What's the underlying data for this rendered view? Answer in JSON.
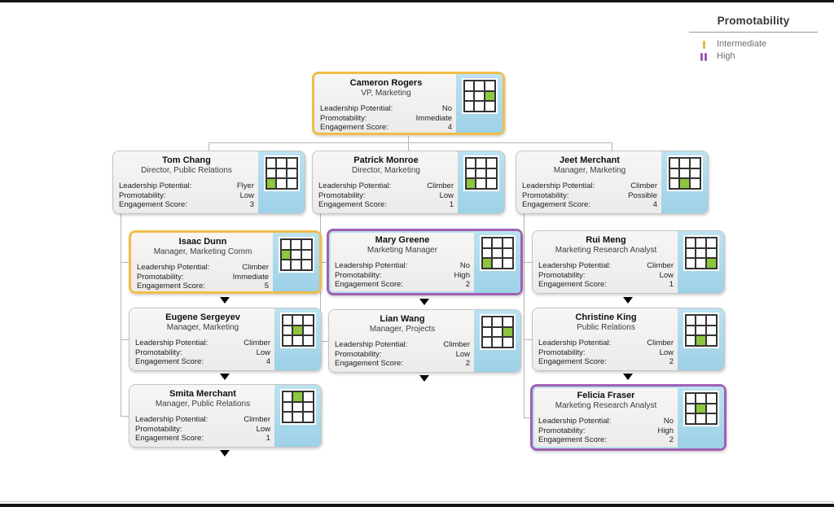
{
  "legend": {
    "title": "Promotability",
    "items": [
      {
        "label": "Intermediate",
        "level": "intermediate",
        "color": "#E9B53C"
      },
      {
        "label": "High",
        "level": "high",
        "color": "#9B59B6"
      }
    ]
  },
  "labels": {
    "leadership": "Leadership Potential:",
    "promotability": "Promotability:",
    "engagement": "Engagement Score:"
  },
  "colors": {
    "intermediate_border": "#F0BD4B",
    "high_border": "#A160B2",
    "nine_box_highlight": "#8DC63F",
    "panel_blue": "#A5D6EA",
    "connector": "#B5B5B5"
  },
  "cards": [
    {
      "name": "Cameron Rogers",
      "title": "VP, Marketing",
      "leadership_potential": "No",
      "promotability": "Immediate",
      "engagement_score": "4",
      "highlight": "intermediate",
      "grid_cell": {
        "row": 1,
        "col": 2
      }
    },
    {
      "name": "Tom Chang",
      "title": "Director, Public Relations",
      "leadership_potential": "Flyer",
      "promotability": "Low",
      "engagement_score": "3",
      "highlight": "none",
      "grid_cell": {
        "row": 2,
        "col": 0
      }
    },
    {
      "name": "Patrick Monroe",
      "title": "Director, Marketing",
      "leadership_potential": "Climber",
      "promotability": "Low",
      "engagement_score": "1",
      "highlight": "none",
      "grid_cell": {
        "row": 2,
        "col": 0
      }
    },
    {
      "name": "Jeet Merchant",
      "title": "Manager, Marketing",
      "leadership_potential": "Climber",
      "promotability": "Possible",
      "engagement_score": "4",
      "highlight": "none",
      "grid_cell": {
        "row": 2,
        "col": 1
      }
    },
    {
      "name": "Isaac Dunn",
      "title": "Manager, Marketing Comm",
      "leadership_potential": "Climber",
      "promotability": "Immediate",
      "engagement_score": "5",
      "highlight": "intermediate",
      "grid_cell": {
        "row": 1,
        "col": 0
      }
    },
    {
      "name": "Mary Greene",
      "title": "Marketing Manager",
      "leadership_potential": "No",
      "promotability": "High",
      "engagement_score": "2",
      "highlight": "high",
      "grid_cell": {
        "row": 2,
        "col": 0
      }
    },
    {
      "name": "Rui Meng",
      "title": "Marketing Research Analyst",
      "leadership_potential": "Climber",
      "promotability": "Low",
      "engagement_score": "1",
      "highlight": "none",
      "grid_cell": {
        "row": 2,
        "col": 2
      }
    },
    {
      "name": "Eugene Sergeyev",
      "title": "Manager, Marketing",
      "leadership_potential": "Climber",
      "promotability": "Low",
      "engagement_score": "4",
      "highlight": "none",
      "grid_cell": {
        "row": 1,
        "col": 1
      }
    },
    {
      "name": "Lian Wang",
      "title": "Manager, Projects",
      "leadership_potential": "Climber",
      "promotability": "Low",
      "engagement_score": "2",
      "highlight": "none",
      "grid_cell": {
        "row": 1,
        "col": 2
      }
    },
    {
      "name": "Christine King",
      "title": "Public Relations",
      "leadership_potential": "Climber",
      "promotability": "Low",
      "engagement_score": "2",
      "highlight": "none",
      "grid_cell": {
        "row": 2,
        "col": 1
      }
    },
    {
      "name": "Smita Merchant",
      "title": "Manager, Public Relations",
      "leadership_potential": "Climber",
      "promotability": "Low",
      "engagement_score": "1",
      "highlight": "none",
      "grid_cell": {
        "row": 0,
        "col": 1
      }
    },
    {
      "name": "Felicia Fraser",
      "title": "Marketing Research Analyst",
      "leadership_potential": "No",
      "promotability": "High",
      "engagement_score": "2",
      "highlight": "high",
      "grid_cell": {
        "row": 1,
        "col": 1
      }
    }
  ]
}
